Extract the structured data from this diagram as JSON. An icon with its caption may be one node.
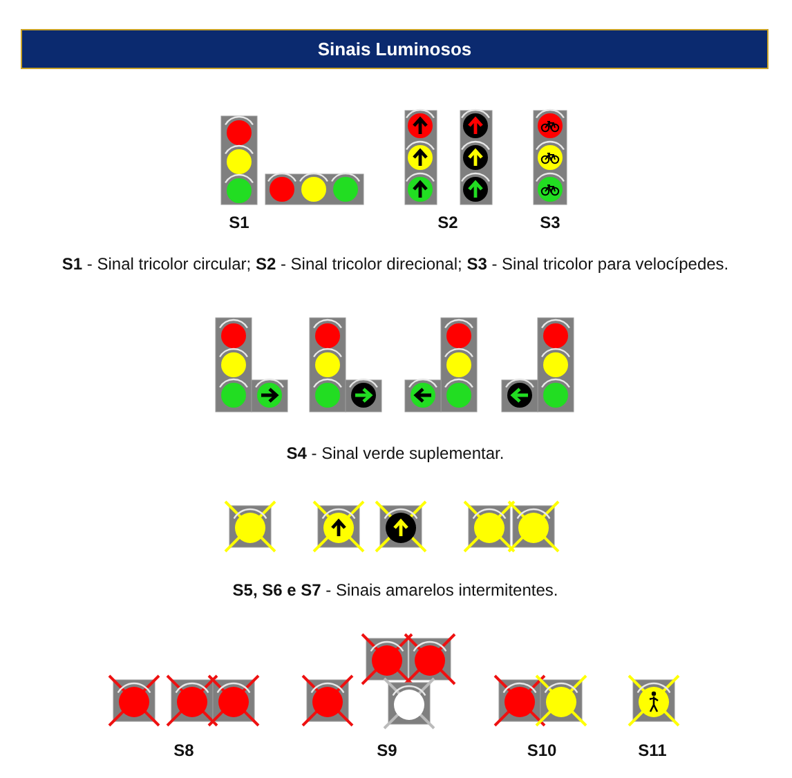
{
  "diagram": {
    "title": "Sinais Luminosos",
    "labels": [
      "S1",
      "S2",
      "S3",
      "**S1** - Sinal tricolor circular; **S2** - Sinal tricolor direcional; **S3** - Sinal tricolor para velocípedes.",
      "**S4** - Sinal verde suplementar.",
      "**S5, S6 e S7** - Sinais amarelos intermitentes.",
      "S8",
      "S9",
      "S10",
      "S11"
    ]
  }
}
